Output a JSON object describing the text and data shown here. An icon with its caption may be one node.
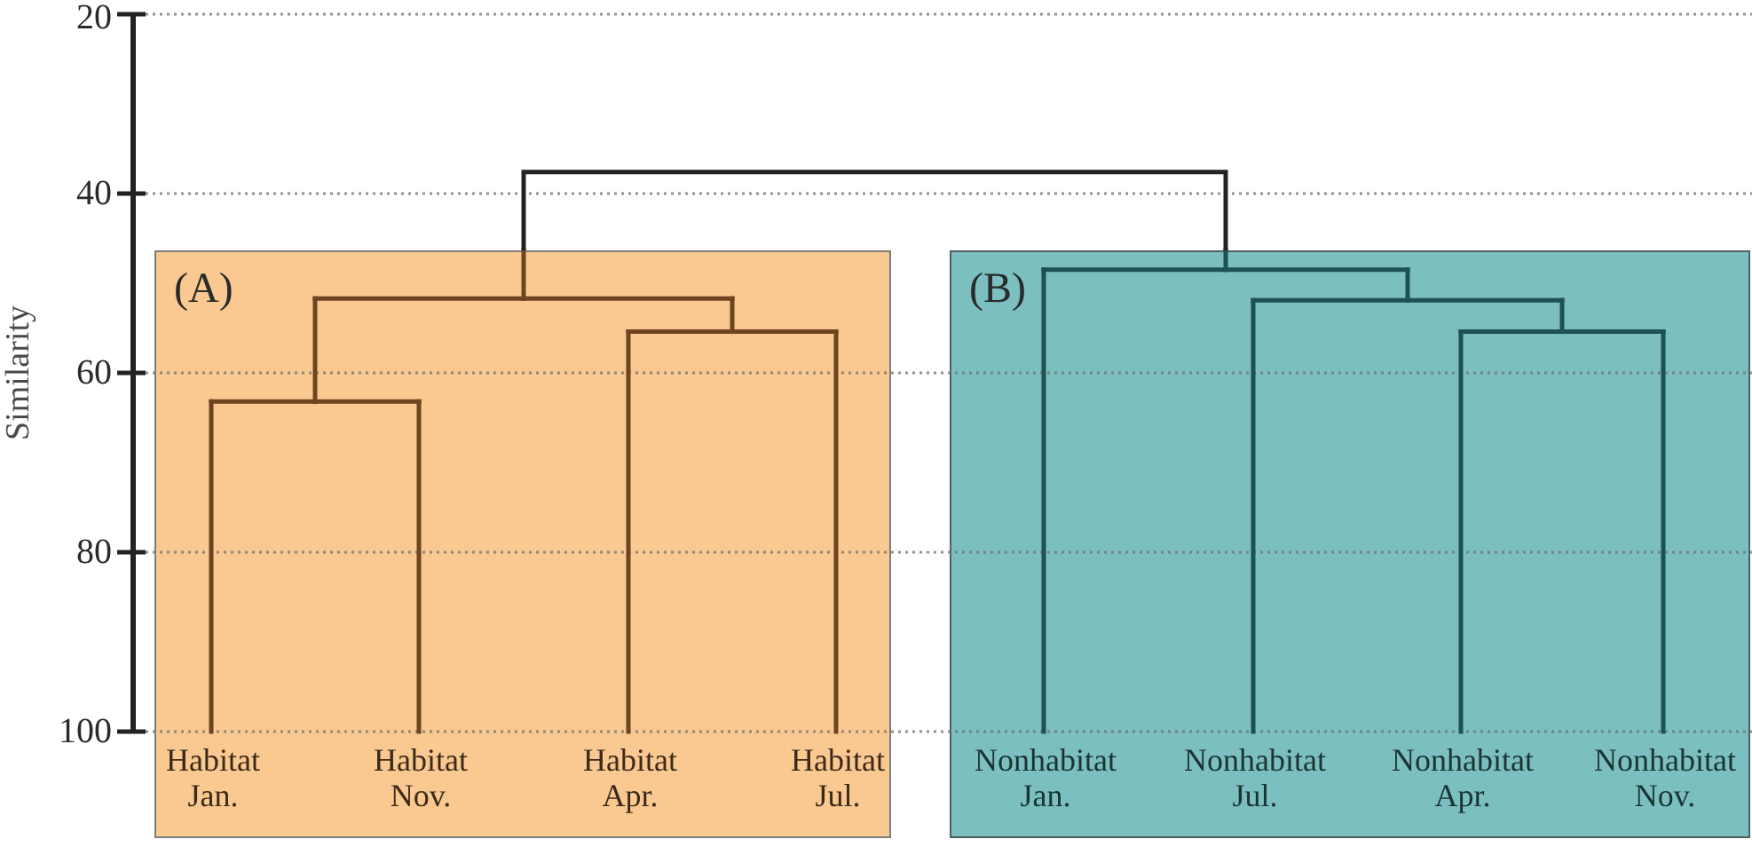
{
  "diagram": {
    "nodes": [
      {
        "text": [
          "(A)",
          "Habitat Jan.",
          "Habitat Nov.",
          "Habitat Apr.",
          "Habitat Jul."
        ]
      },
      {
        "text": [
          "(B)",
          "Nonhabitat Jan.",
          "Nonhabitat Jul.",
          "Nonhabitat Apr.",
          "Nonhabitat Nov."
        ]
      }
    ],
    "edges": [
      {
        "from": 0,
        "to": 1,
        "arrow": "none"
      }
    ],
    "labels": [
      "20",
      "40",
      "60",
      "80",
      "100",
      "Similarity"
    ]
  }
}
